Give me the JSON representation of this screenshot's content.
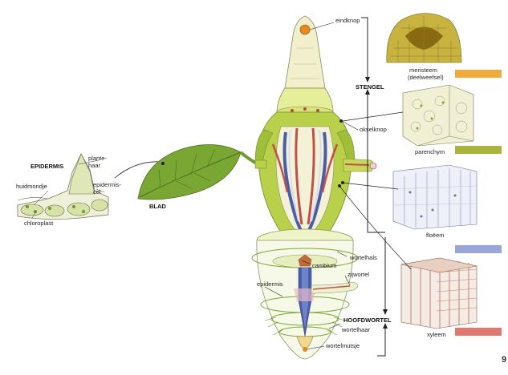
{
  "labels": {
    "epidermis_title": "EPIDERMIS",
    "plantehaar_1": "plante-",
    "plantehaar_2": "haar",
    "huidmondje": "huidmondje",
    "epidermiscel_1": "epidermis-",
    "epidermiscel_2": "cel",
    "chloroplast": "chloroplast",
    "blad": "BLAD",
    "eindknop": "eindknop",
    "stengel": "STENGEL",
    "okselknop": "okselknop",
    "wortelhals": "wortelhals",
    "cambium": "cambium",
    "zijwortel": "zijwortel",
    "epidermis_root": "epidermis",
    "hoofdwortel": "HOOFDWORTEL",
    "wortelhaar": "wortelhaar",
    "wortelmutsje": "wortelmutsje",
    "meristeem_1": "meristeem",
    "meristeem_2": "(deelweefsel)",
    "parenchym": "parenchym",
    "floeem": "floëem",
    "xyleem": "xyleem",
    "page_number": "9"
  },
  "legend": {
    "meristeem_color": "#f2a93b",
    "parenchym_color": "#a8b43c",
    "floeem_color": "#9aa6d8",
    "xyleem_color": "#e07a6e"
  },
  "colors": {
    "plant_green": "#b9d04a",
    "leaf_green": "#6f9a2e",
    "phloem_blue": "#4a5ea8",
    "xylem_red": "#c0504a"
  }
}
